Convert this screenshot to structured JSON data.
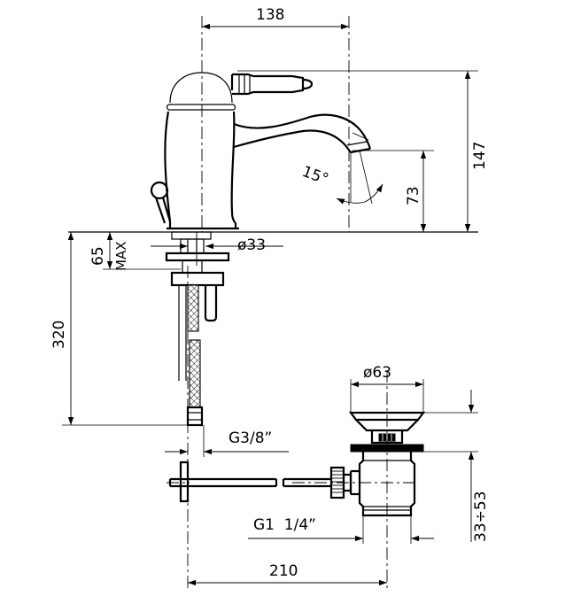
{
  "dimensions": {
    "spout_reach": "138",
    "total_height": "147",
    "spout_height": "73",
    "spout_angle": "15°",
    "max_deck": "65",
    "max_deck_suffix": "MAX",
    "deck_hole": "ø33",
    "hose_length": "320",
    "hose_thread": "G3/8”",
    "waste_diameter": "ø63",
    "waste_range": "33÷53",
    "waste_thread": "G1  1/4”",
    "overall_width": "210"
  }
}
